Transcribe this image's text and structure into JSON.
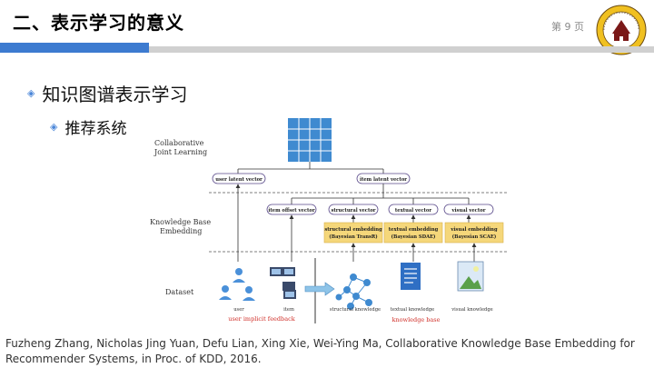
{
  "header": {
    "title": "二、表示学习的意义",
    "page_number": "第 9 页",
    "accent_color": "#3d7bd0"
  },
  "bullets": {
    "level1": "知识图谱表示学习",
    "level2": "推荐系统"
  },
  "figure": {
    "collab_label": "Collaborative Joint Learning",
    "kbe_label": "Knowledge Base Embedding",
    "dataset_label": "Dataset",
    "user_latent": "user latent vector",
    "item_latent": "item latent vector",
    "item_offset": "item offset vector",
    "structural_vector": "structural vector",
    "textual_vector": "textual vector",
    "visual_vector": "visual vector",
    "structural_embedding": "structural embedding",
    "structural_method": "(Bayesian TransR)",
    "textual_embedding": "textual embedding",
    "textual_method": "(Bayesian SDAE)",
    "visual_embedding": "visual embedding",
    "visual_method": "(Bayesian SCAE)",
    "user": "user",
    "item": "item",
    "user_implicit_feedback": "user implicit feedback",
    "structural_knowledge": "structural knowledge",
    "textual_knowledge": "textual knowledge",
    "visual_knowledge": "visual knowledge",
    "knowledge_base": "knowledge base",
    "embedding_box_color": "#f5d77a",
    "red_label_color": "#d0302a",
    "matrix_color": "#3f8ad0"
  },
  "citation": "Fuzheng Zhang, Nicholas Jing Yuan, Defu Lian, Xing Xie, Wei-Ying Ma, Collaborative Knowledge Base Embedding for Recommender Systems, in Proc. of KDD, 2016."
}
